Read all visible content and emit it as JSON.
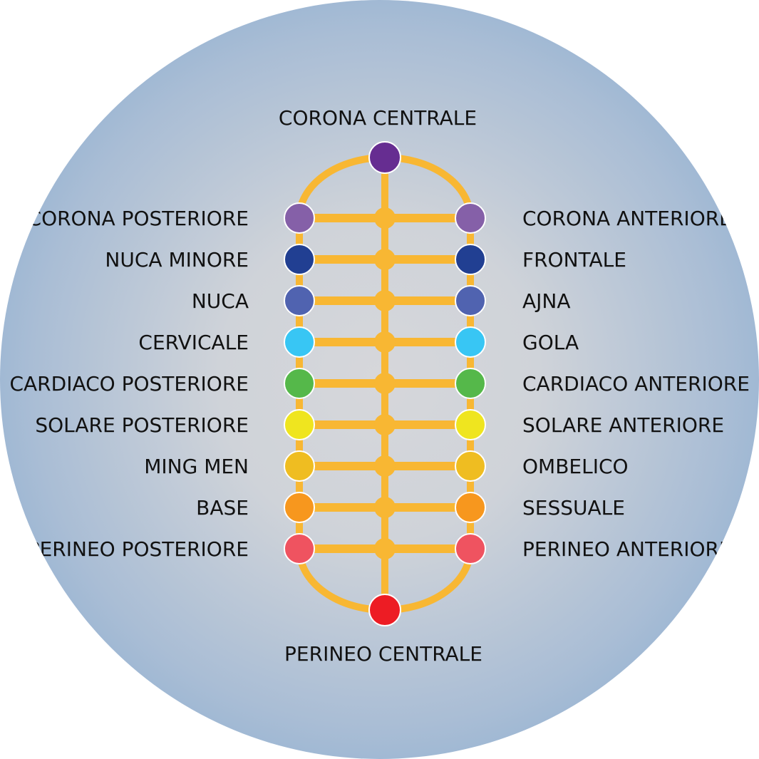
{
  "colors": {
    "line": "#f8b733",
    "node_stroke": "#ffffff"
  },
  "top": {
    "label": "CORONA CENTRALE",
    "color": "#662d91"
  },
  "bottom": {
    "label": "PERINEO CENTRALE",
    "color": "#ed1c24"
  },
  "rows": [
    {
      "left": "CORONA POSTERIORE",
      "right": "CORONA ANTERIORE",
      "color": "#8560a8"
    },
    {
      "left": "NUCA MINORE",
      "right": "FRONTALE",
      "color": "#213f92"
    },
    {
      "left": "NUCA",
      "right": "AJNA",
      "color": "#5063b0"
    },
    {
      "left": "CERVICALE",
      "right": "GOLA",
      "color": "#38c6f4"
    },
    {
      "left": "CARDIACO POSTERIORE",
      "right": "CARDIACO ANTERIORE",
      "color": "#55b84a"
    },
    {
      "left": "SOLARE POSTERIORE",
      "right": "SOLARE ANTERIORE",
      "color": "#efe51f"
    },
    {
      "left": "MING MEN",
      "right": "OMBELICO",
      "color": "#efbd21"
    },
    {
      "left": "BASE",
      "right": "SESSUALE",
      "color": "#f7971e"
    },
    {
      "left": "PERINEO POSTERIORE",
      "right": "PERINEO ANTERIORE",
      "color": "#ef5360"
    }
  ]
}
